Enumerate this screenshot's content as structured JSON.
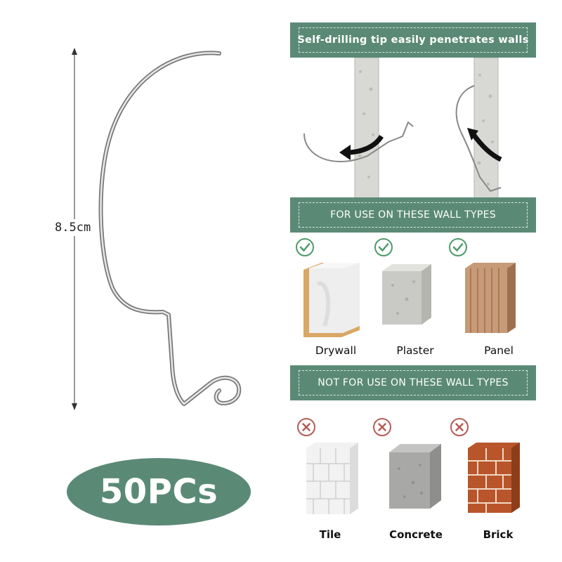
{
  "dimension": "8.5cm",
  "quantity_badge": "50PCs",
  "banner_top": "Self-drilling tip easily  penetrates walls",
  "banner_use": "FOR USE ON THESE WALL TYPES",
  "banner_not_use": "NOT FOR USE ON THESE WALL TYPES",
  "suitable_walls": [
    "Drywall",
    "Plaster",
    "Panel"
  ],
  "unsuitable_walls": [
    "Tile",
    "Concrete",
    "Brick"
  ],
  "colors": {
    "brand_green": "#5a8a76",
    "check_green": "#4f9a6c",
    "cross_red": "#b75b55"
  }
}
